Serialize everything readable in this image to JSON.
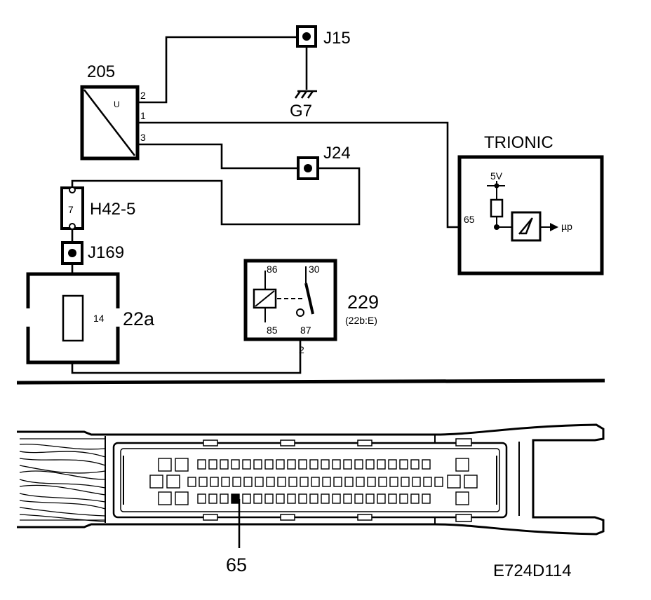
{
  "components": {
    "sensor": {
      "label": "205",
      "sub": "U",
      "pins": [
        "2",
        "1",
        "3"
      ]
    },
    "j15": {
      "label": "J15"
    },
    "g7": {
      "label": "G7"
    },
    "j24": {
      "label": "J24"
    },
    "h42": {
      "label": "H42-5",
      "pin": "7"
    },
    "j169": {
      "label": "J169"
    },
    "fusebox": {
      "label": "22a",
      "fuse": "14"
    },
    "relay": {
      "label": "229",
      "sub": "(22b:E)",
      "pins": [
        "86",
        "30",
        "85",
        "87"
      ],
      "out_pin": "2"
    },
    "trionic": {
      "label": "TRIONIC",
      "supply": "5V",
      "pin": "65",
      "output": "µp"
    }
  },
  "connector": {
    "callout": "65"
  },
  "figure_id": "E724D114"
}
